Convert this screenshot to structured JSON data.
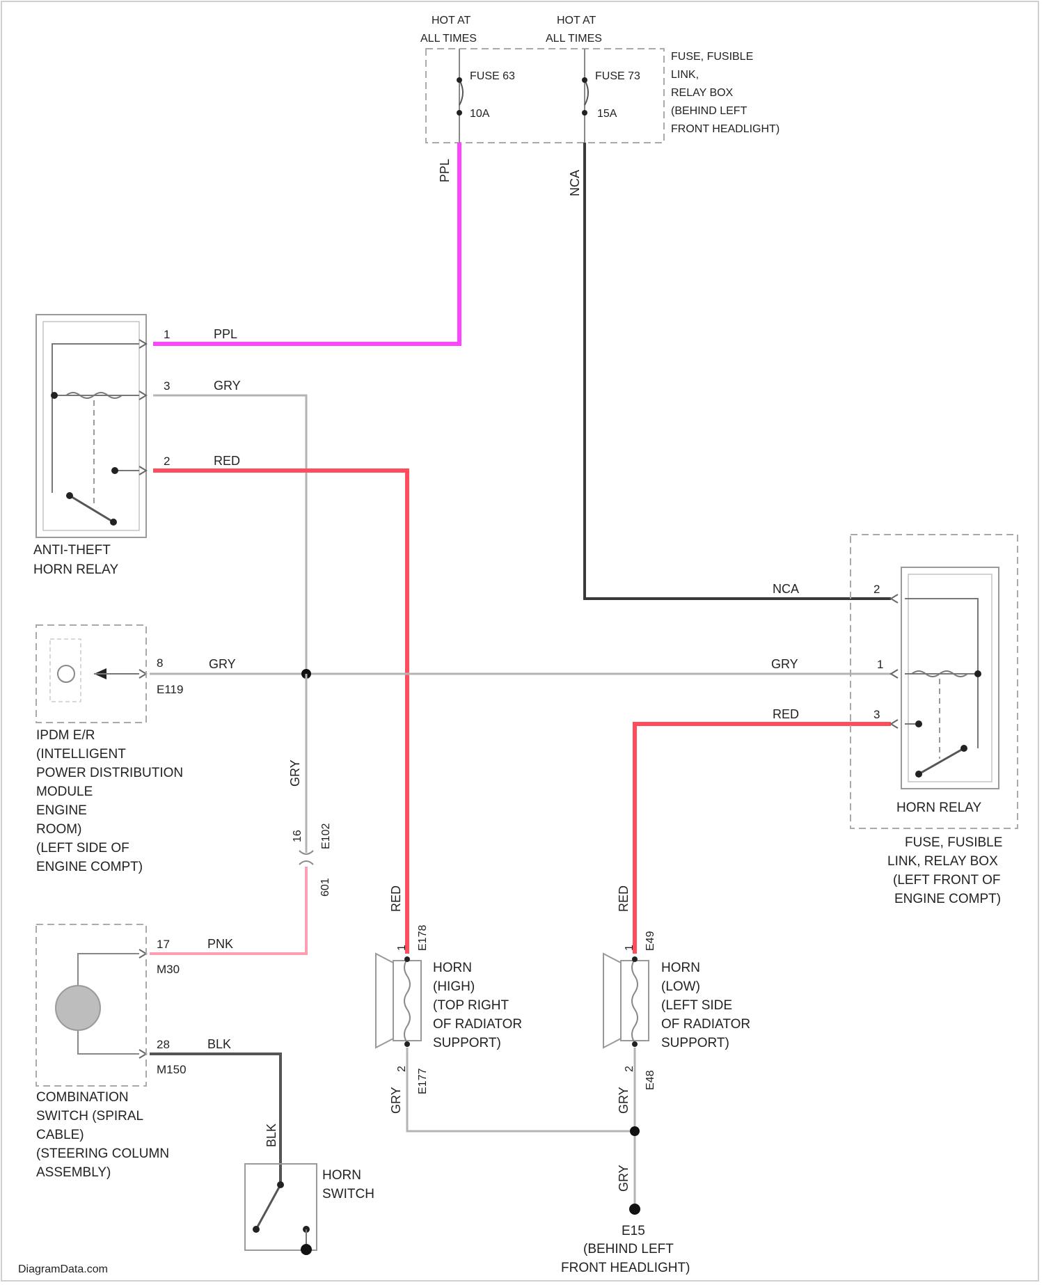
{
  "colors": {
    "wire_ppl": "#ff44ff",
    "wire_red": "#ff4d5e",
    "wire_pnk": "#ff9db3",
    "wire_gry": "#b4b4b4",
    "wire_nca": "#3a3a3a",
    "wire_blk": "#555555",
    "component_outline": "#9a9a9a"
  },
  "fuse_box_top": {
    "hot_left": [
      "HOT AT",
      "ALL TIMES"
    ],
    "hot_right": [
      "HOT AT",
      "ALL TIMES"
    ],
    "fuse_left": {
      "name": "FUSE 63",
      "rating": "10A"
    },
    "fuse_right": {
      "name": "FUSE 73",
      "rating": "15A"
    },
    "description": [
      "FUSE, FUSIBLE",
      "LINK,",
      "RELAY BOX",
      "(BEHIND LEFT",
      "FRONT HEADLIGHT)"
    ]
  },
  "wires": {
    "ppl_vertical": "PPL",
    "nca_vertical": "NCA",
    "ppl_pin1": "PPL",
    "gry_pin3": "GRY",
    "red_pin2": "RED",
    "gry_ipdm": "GRY",
    "gry_relay": "GRY",
    "red_relay": "RED",
    "nca_relay": "NCA",
    "gry_vertical": "GRY",
    "red_horn_high": "RED",
    "red_horn_low": "RED",
    "pnk": "PNK",
    "blk_h": "BLK",
    "blk_v": "BLK",
    "gry_horn_high": "GRY",
    "gry_horn_low": "GRY",
    "gry_ground": "GRY"
  },
  "anti_theft_relay": {
    "pins": [
      "1",
      "3",
      "2"
    ],
    "label": [
      "ANTI-THEFT",
      "HORN RELAY"
    ]
  },
  "ipdm": {
    "pin": "8",
    "connector": "E119",
    "label": [
      "IPDM E/R",
      "(INTELLIGENT",
      "POWER DISTRIBUTION",
      "MODULE",
      "ENGINE",
      "ROOM)",
      "(LEFT SIDE OF",
      "ENGINE COMPT)"
    ]
  },
  "joint_connector": {
    "top_pin": "16",
    "top_conn": "E102",
    "bottom_pin": "601"
  },
  "combination_switch": {
    "pin_top": "17",
    "conn_top": "M30",
    "pin_bottom": "28",
    "conn_bottom": "M150",
    "label": [
      "COMBINATION",
      "SWITCH (SPIRAL",
      "CABLE)",
      "(STEERING COLUMN",
      "ASSEMBLY)"
    ]
  },
  "horn_switch": {
    "label": [
      "HORN",
      "SWITCH"
    ]
  },
  "horn_high": {
    "pin_top": "1",
    "conn_top": "E178",
    "pin_bottom": "2",
    "conn_bottom": "E177",
    "label": [
      "HORN",
      "(HIGH)",
      "(TOP RIGHT",
      "OF RADIATOR",
      "SUPPORT)"
    ]
  },
  "horn_low": {
    "pin_top": "1",
    "conn_top": "E49",
    "pin_bottom": "2",
    "conn_bottom": "E48",
    "label": [
      "HORN",
      "(LOW)",
      "(LEFT SIDE",
      "OF RADIATOR",
      "SUPPORT)"
    ]
  },
  "horn_relay": {
    "pins": [
      "2",
      "1",
      "3"
    ],
    "label": "HORN RELAY",
    "box_label": [
      "FUSE, FUSIBLE",
      "LINK, RELAY BOX",
      "(LEFT FRONT OF",
      "ENGINE COMPT)"
    ]
  },
  "ground": {
    "id": "E15",
    "label": [
      "(BEHIND LEFT",
      "FRONT HEADLIGHT)"
    ]
  },
  "watermark": "DiagramData.com"
}
